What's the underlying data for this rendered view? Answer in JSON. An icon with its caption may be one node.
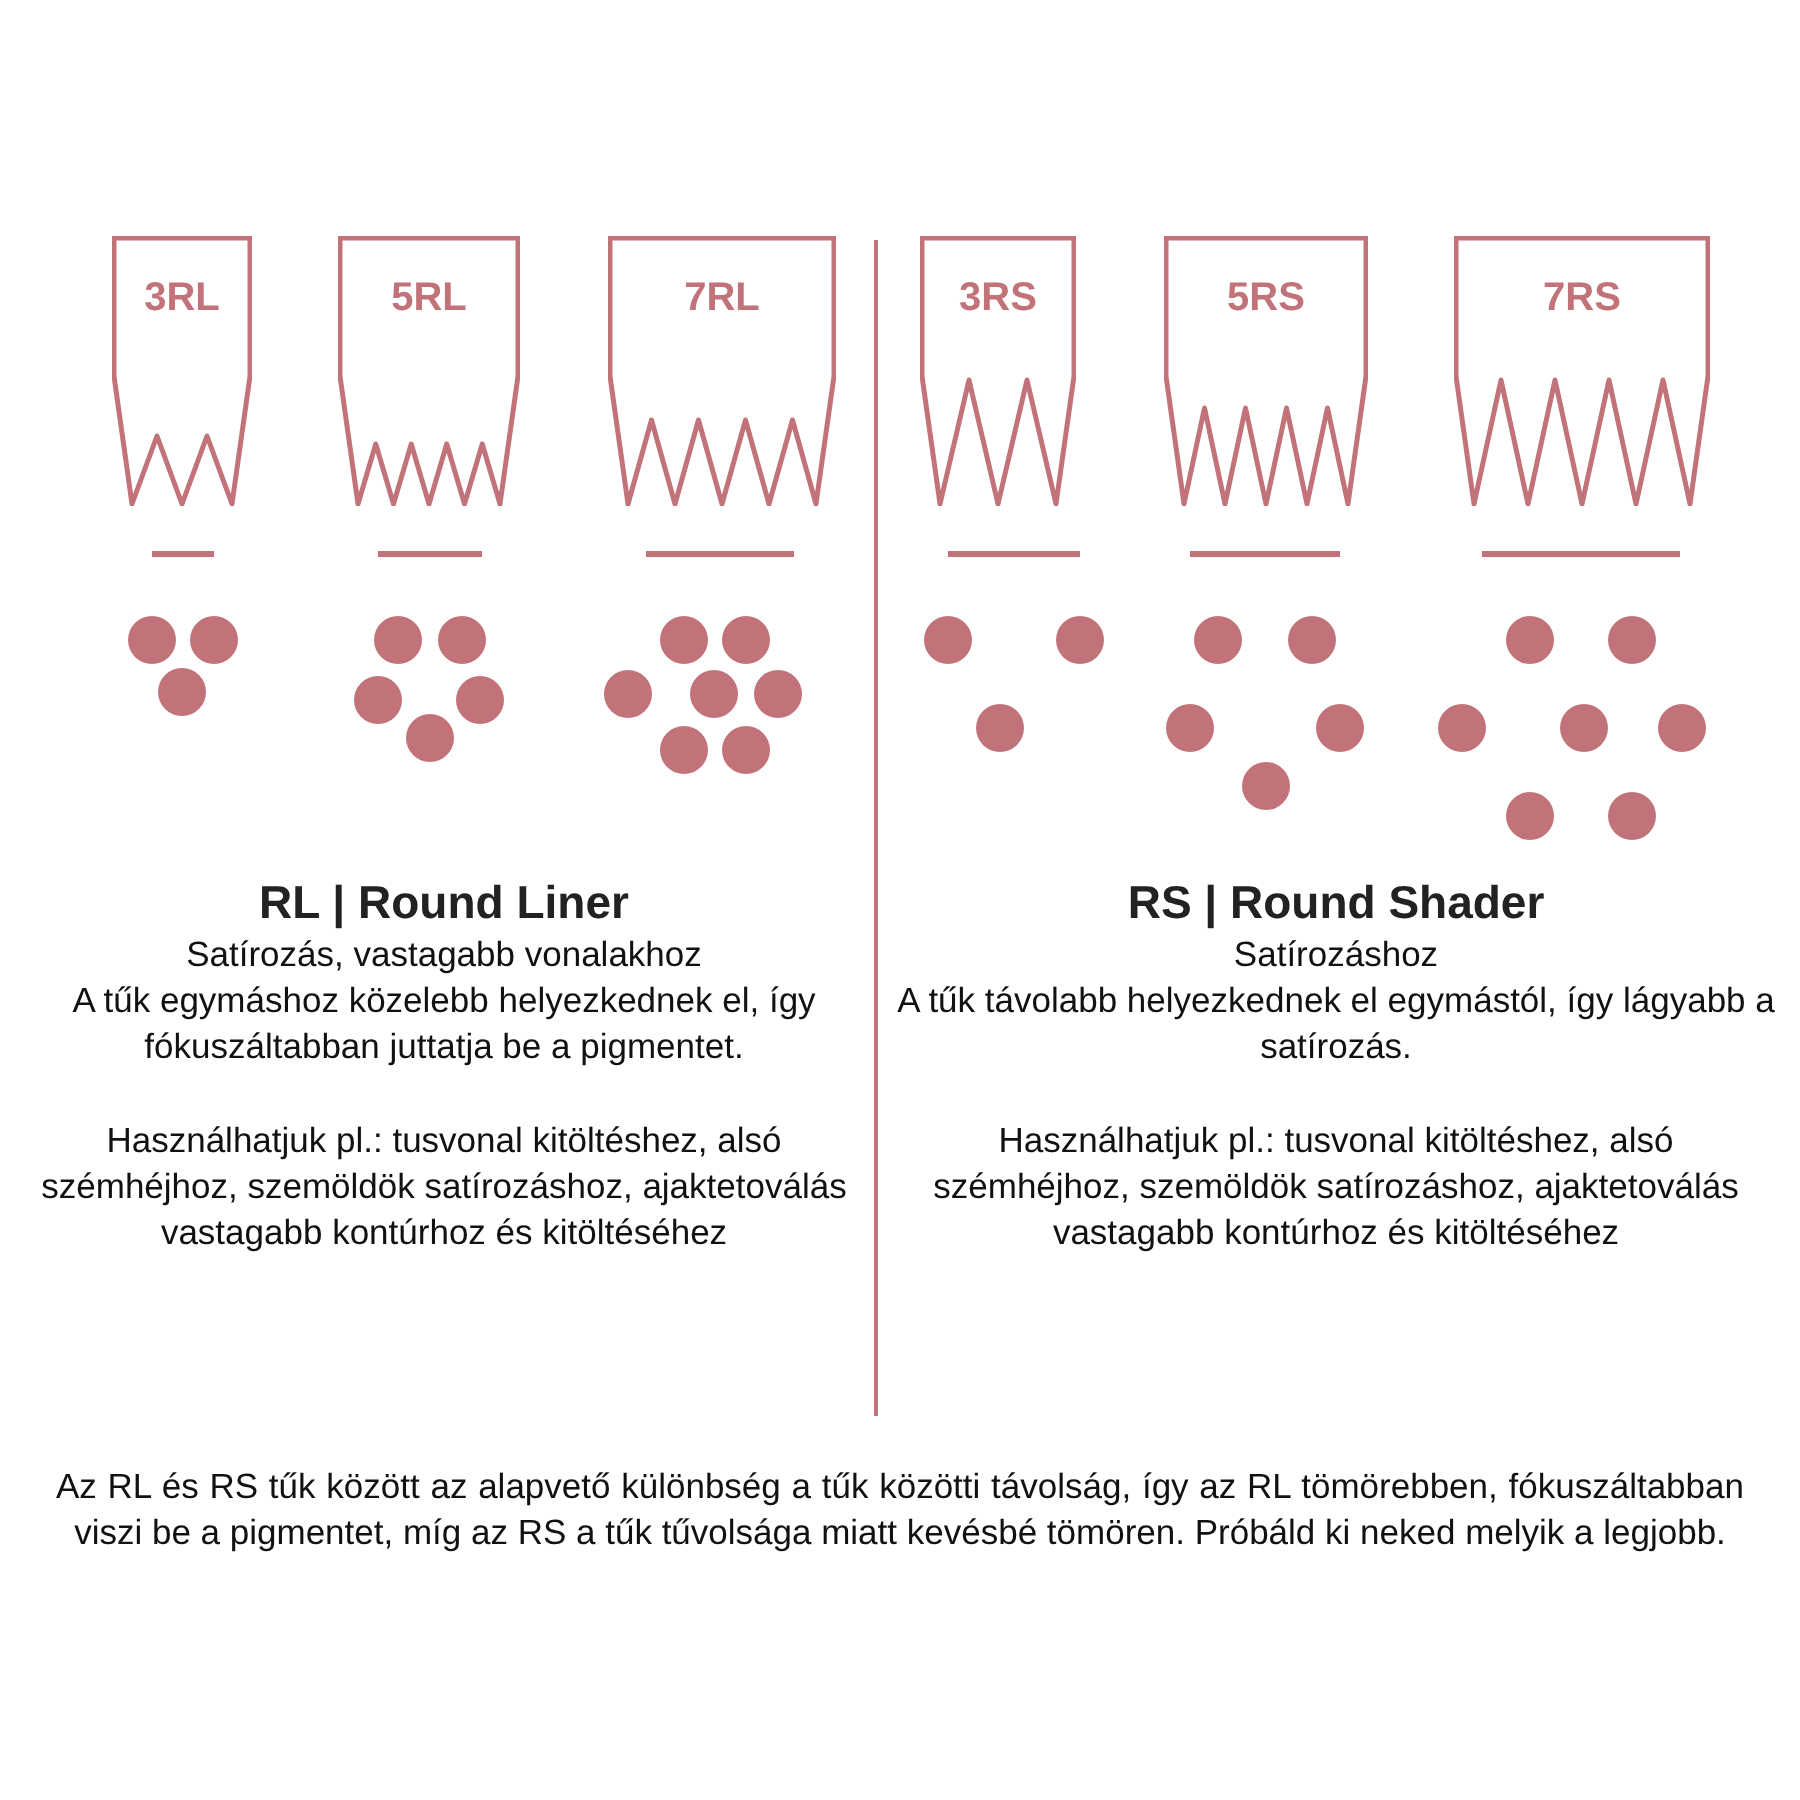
{
  "diagram": {
    "nodes": [
      {
        "text": [
          "3RL"
        ]
      },
      {
        "text": [
          "5RL"
        ]
      },
      {
        "text": [
          "7RL"
        ]
      },
      {
        "text": [
          "3RS"
        ]
      },
      {
        "text": [
          "5RS"
        ]
      },
      {
        "text": [
          "7RS"
        ]
      }
    ],
    "labels": [
      "RL | Round Liner",
      "Satírozás, vastagabb vonalakhoz",
      "A tűk egymáshoz közelebb helyezkednek el, így fókuszáltabban juttatja be a pigmentet.",
      "Használhatjuk pl.: tusvonal kitöltéshez, alsó szémhéjhoz, szemöldök satírozáshoz, ajaktetoválás vastagabb kontúrhoz és kitöltéséhez",
      "RS | Round Shader",
      "Satírozáshoz",
      "A tűk távolabb helyezkednek el egymástól, így lágyabb a satírozás.",
      "Használhatjuk pl.: tusvonal kitöltéshez, alsó szémhéjhoz, szemöldök satírozáshoz, ajaktetoválás vastagabb kontúrhoz és kitöltéséhez",
      "Az RL és RS tűk között az alapvető különbség a tűk közötti távolság, így az RL tömörebben, fókuszáltabban viszi be a pigmentet, míg az RS a tűk tűvolsága miatt kevésbé tömören. Próbáld ki neked melyik a legjobb."
    ]
  }
}
